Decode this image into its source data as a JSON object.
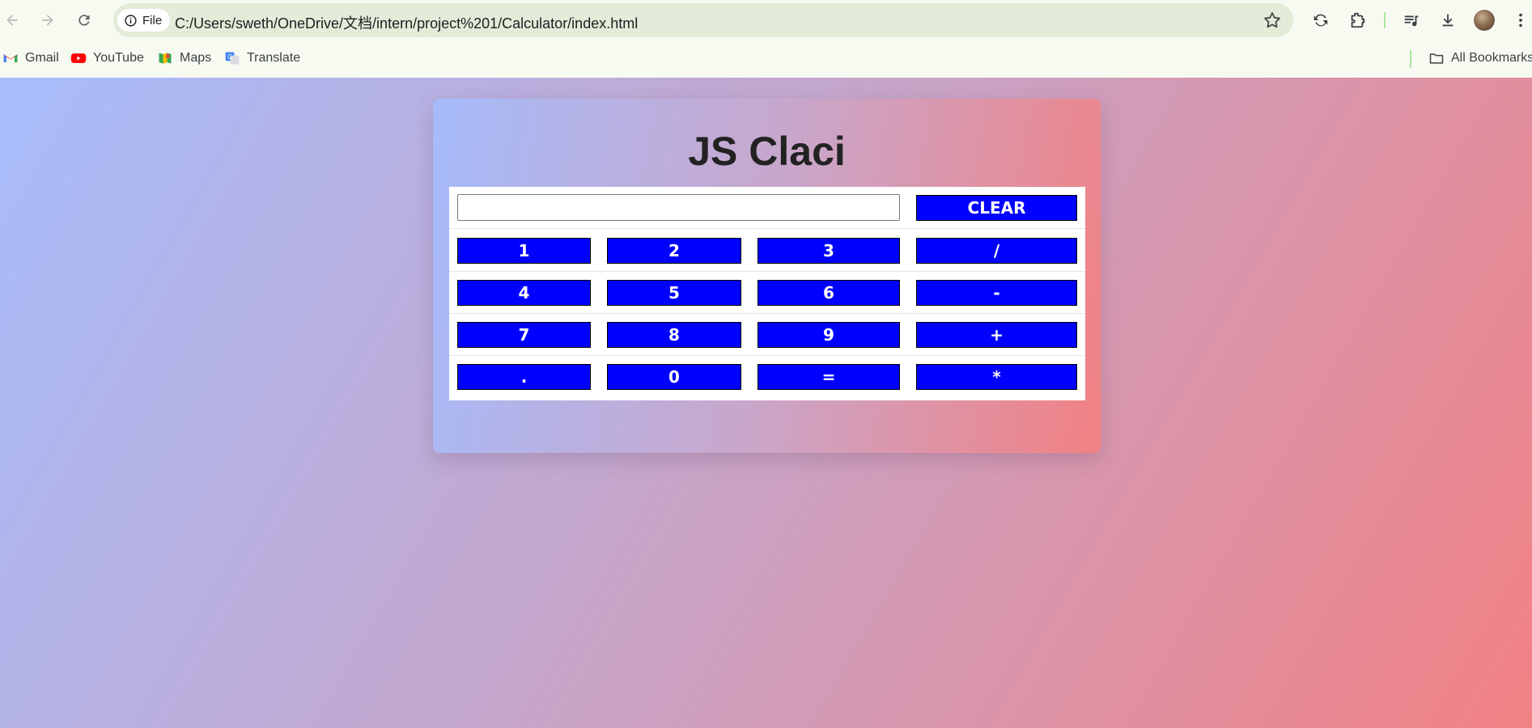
{
  "browser": {
    "file_chip": "File",
    "url": "C:/Users/sweth/OneDrive/文档/intern/project%201/Calculator/index.html",
    "bookmarks": [
      "Gmail",
      "YouTube",
      "Maps",
      "Translate"
    ],
    "all_bookmarks": "All Bookmarks"
  },
  "calculator": {
    "title": "JS Claci",
    "display_value": "",
    "clear_label": "CLEAR",
    "rows": [
      [
        "1",
        "2",
        "3",
        "/"
      ],
      [
        "4",
        "5",
        "6",
        "-"
      ],
      [
        "7",
        "8",
        "9",
        "+"
      ],
      [
        ".",
        "0",
        "=",
        "*"
      ]
    ]
  },
  "colors": {
    "button_bg": "#0000ff",
    "button_text": "#ffffff",
    "gradient_start": "#a7bdfc",
    "gradient_end": "#f28184"
  }
}
